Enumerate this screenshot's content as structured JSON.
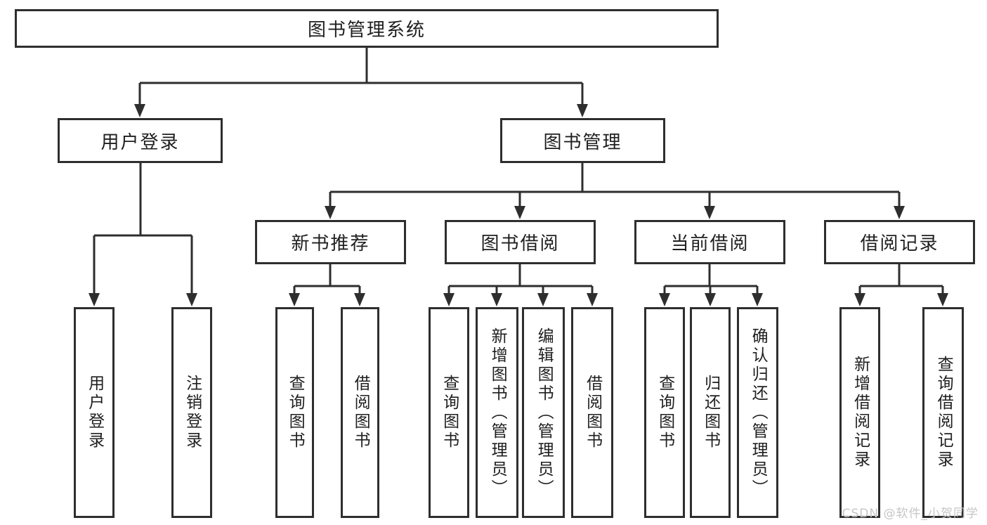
{
  "diagram": {
    "root": {
      "label": "图书管理系统"
    },
    "branches": [
      {
        "label": "用户登录",
        "children": [
          {
            "label": "用户登录"
          },
          {
            "label": "注销登录"
          }
        ]
      },
      {
        "label": "图书管理",
        "children": [
          {
            "label": "新书推荐",
            "children": [
              {
                "label": "查询图书"
              },
              {
                "label": "借阅图书"
              }
            ]
          },
          {
            "label": "图书借阅",
            "children": [
              {
                "label": "查询图书"
              },
              {
                "label": "新增图书（管理员）"
              },
              {
                "label": "编辑图书（管理员）"
              },
              {
                "label": "借阅图书"
              }
            ]
          },
          {
            "label": "当前借阅",
            "children": [
              {
                "label": "查询图书"
              },
              {
                "label": "归还图书"
              },
              {
                "label": "确认归还（管理员）"
              }
            ]
          },
          {
            "label": "借阅记录",
            "children": [
              {
                "label": "新增借阅记录"
              },
              {
                "label": "查询借阅记录"
              }
            ]
          }
        ]
      }
    ],
    "line_color": "#2e2e2e"
  },
  "watermark": {
    "text": "CSDN @软件_小贺同学",
    "color": "#c6c6c6"
  }
}
